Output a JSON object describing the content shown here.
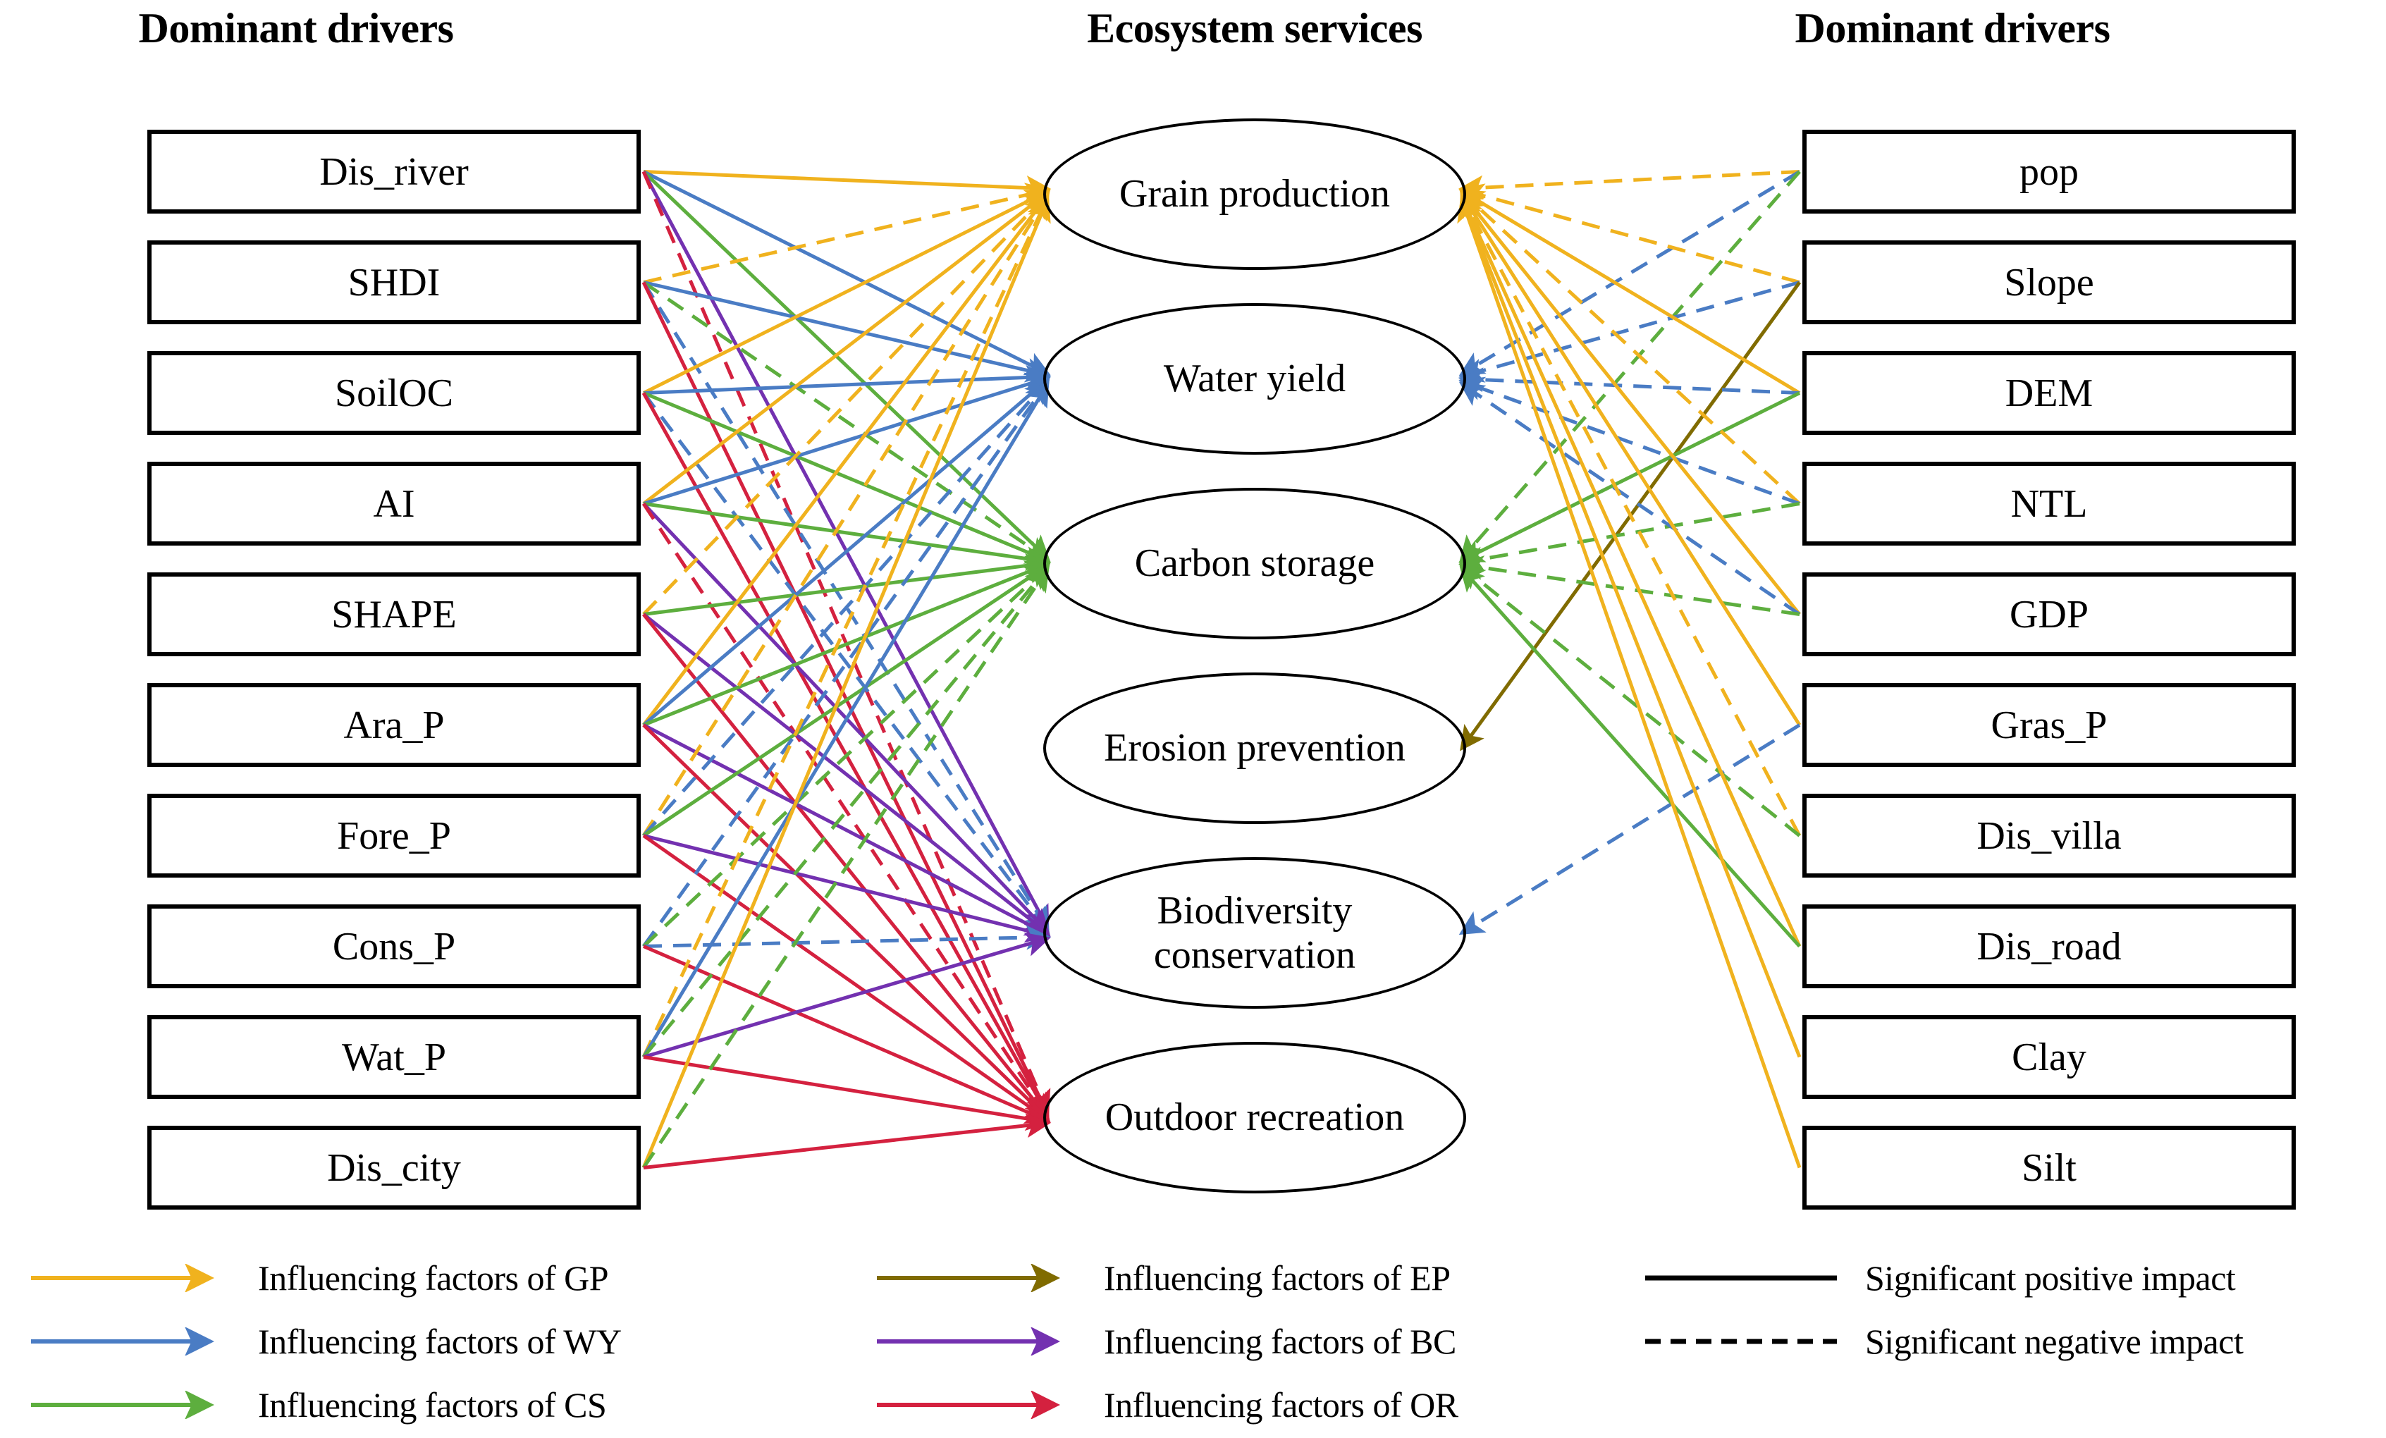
{
  "titles": {
    "left": "Dominant drivers",
    "center": "Ecosystem services",
    "right": "Dominant drivers"
  },
  "left_drivers": [
    {
      "label": "Dis_river"
    },
    {
      "label": "SHDI"
    },
    {
      "label": "SoilOC"
    },
    {
      "label": "AI"
    },
    {
      "label": "SHAPE"
    },
    {
      "label": "Ara_P"
    },
    {
      "label": "Fore_P"
    },
    {
      "label": "Cons_P"
    },
    {
      "label": "Wat_P"
    },
    {
      "label": "Dis_city"
    }
  ],
  "right_drivers": [
    {
      "label": "pop"
    },
    {
      "label": "Slope"
    },
    {
      "label": "DEM"
    },
    {
      "label": "NTL"
    },
    {
      "label": "GDP"
    },
    {
      "label": "Gras_P"
    },
    {
      "label": "Dis_villa"
    },
    {
      "label": "Dis_road"
    },
    {
      "label": "Clay"
    },
    {
      "label": "Silt"
    }
  ],
  "services": [
    {
      "label": "Grain production",
      "abbr": "GP",
      "color": "#F0B21E"
    },
    {
      "label": "Water yield",
      "abbr": "WY",
      "color": "#4A7CC4"
    },
    {
      "label": "Carbon storage",
      "abbr": "CS",
      "color": "#5DAE3E"
    },
    {
      "label": "Erosion prevention",
      "abbr": "EP",
      "color": "#806B00"
    },
    {
      "label": "Biodiversity conservation",
      "abbr": "BC",
      "color": "#7331B0"
    },
    {
      "label": "Outdoor recreation",
      "abbr": "OR",
      "color": "#D4213F"
    }
  ],
  "legend": {
    "series": [
      {
        "label": "Influencing factors of GP",
        "color": "#F0B21E",
        "style": "arrow"
      },
      {
        "label": "Influencing factors of WY",
        "color": "#4A7CC4",
        "style": "arrow"
      },
      {
        "label": "Influencing factors of CS",
        "color": "#5DAE3E",
        "style": "arrow"
      },
      {
        "label": "Influencing factors of EP",
        "color": "#806B00",
        "style": "arrow"
      },
      {
        "label": "Influencing factors of BC",
        "color": "#7331B0",
        "style": "arrow"
      },
      {
        "label": "Influencing factors of OR",
        "color": "#D4213F",
        "style": "arrow"
      }
    ],
    "impacts": [
      {
        "label": "Significant positive impact",
        "color": "#000000",
        "style": "solid"
      },
      {
        "label": "Significant negative impact",
        "color": "#000000",
        "style": "dashed"
      }
    ]
  },
  "chart_data": {
    "type": "diagram",
    "title": "Dominant drivers of ecosystem services",
    "node_groups": {
      "left_drivers": [
        "Dis_river",
        "SHDI",
        "SoilOC",
        "AI",
        "SHAPE",
        "Ara_P",
        "Fore_P",
        "Cons_P",
        "Wat_P",
        "Dis_city"
      ],
      "services": [
        "Grain production",
        "Water yield",
        "Carbon storage",
        "Erosion prevention",
        "Biodiversity conservation",
        "Outdoor recreation"
      ],
      "right_drivers": [
        "pop",
        "Slope",
        "DEM",
        "NTL",
        "GDP",
        "Gras_P",
        "Dis_villa",
        "Dis_road",
        "Clay",
        "Silt"
      ]
    },
    "edges": [
      {
        "side": "left",
        "from": "Dis_river",
        "to": "Grain production",
        "sign": "positive",
        "color": "#F0B21E"
      },
      {
        "side": "left",
        "from": "Dis_river",
        "to": "Water yield",
        "sign": "positive",
        "color": "#4A7CC4"
      },
      {
        "side": "left",
        "from": "Dis_river",
        "to": "Carbon storage",
        "sign": "positive",
        "color": "#5DAE3E"
      },
      {
        "side": "left",
        "from": "Dis_river",
        "to": "Biodiversity conservation",
        "sign": "positive",
        "color": "#7331B0"
      },
      {
        "side": "left",
        "from": "Dis_river",
        "to": "Outdoor recreation",
        "sign": "negative",
        "color": "#D4213F"
      },
      {
        "side": "left",
        "from": "SHDI",
        "to": "Grain production",
        "sign": "negative",
        "color": "#F0B21E"
      },
      {
        "side": "left",
        "from": "SHDI",
        "to": "Water yield",
        "sign": "positive",
        "color": "#4A7CC4"
      },
      {
        "side": "left",
        "from": "SHDI",
        "to": "Carbon storage",
        "sign": "negative",
        "color": "#5DAE3E"
      },
      {
        "side": "left",
        "from": "SHDI",
        "to": "Biodiversity conservation",
        "sign": "negative",
        "color": "#4A7CC4"
      },
      {
        "side": "left",
        "from": "SHDI",
        "to": "Outdoor recreation",
        "sign": "positive",
        "color": "#D4213F"
      },
      {
        "side": "left",
        "from": "SoilOC",
        "to": "Grain production",
        "sign": "positive",
        "color": "#F0B21E"
      },
      {
        "side": "left",
        "from": "SoilOC",
        "to": "Water yield",
        "sign": "positive",
        "color": "#4A7CC4"
      },
      {
        "side": "left",
        "from": "SoilOC",
        "to": "Carbon storage",
        "sign": "positive",
        "color": "#5DAE3E"
      },
      {
        "side": "left",
        "from": "SoilOC",
        "to": "Biodiversity conservation",
        "sign": "negative",
        "color": "#4A7CC4"
      },
      {
        "side": "left",
        "from": "SoilOC",
        "to": "Outdoor recreation",
        "sign": "positive",
        "color": "#D4213F"
      },
      {
        "side": "left",
        "from": "AI",
        "to": "Grain production",
        "sign": "positive",
        "color": "#F0B21E"
      },
      {
        "side": "left",
        "from": "AI",
        "to": "Water yield",
        "sign": "positive",
        "color": "#4A7CC4"
      },
      {
        "side": "left",
        "from": "AI",
        "to": "Carbon storage",
        "sign": "positive",
        "color": "#5DAE3E"
      },
      {
        "side": "left",
        "from": "AI",
        "to": "Biodiversity conservation",
        "sign": "positive",
        "color": "#7331B0"
      },
      {
        "side": "left",
        "from": "AI",
        "to": "Outdoor recreation",
        "sign": "negative",
        "color": "#D4213F"
      },
      {
        "side": "left",
        "from": "SHAPE",
        "to": "Grain production",
        "sign": "negative",
        "color": "#F0B21E"
      },
      {
        "side": "left",
        "from": "SHAPE",
        "to": "Carbon storage",
        "sign": "positive",
        "color": "#5DAE3E"
      },
      {
        "side": "left",
        "from": "SHAPE",
        "to": "Biodiversity conservation",
        "sign": "positive",
        "color": "#7331B0"
      },
      {
        "side": "left",
        "from": "SHAPE",
        "to": "Outdoor recreation",
        "sign": "positive",
        "color": "#D4213F"
      },
      {
        "side": "left",
        "from": "Ara_P",
        "to": "Grain production",
        "sign": "positive",
        "color": "#F0B21E"
      },
      {
        "side": "left",
        "from": "Ara_P",
        "to": "Water yield",
        "sign": "positive",
        "color": "#4A7CC4"
      },
      {
        "side": "left",
        "from": "Ara_P",
        "to": "Carbon storage",
        "sign": "positive",
        "color": "#5DAE3E"
      },
      {
        "side": "left",
        "from": "Ara_P",
        "to": "Biodiversity conservation",
        "sign": "positive",
        "color": "#7331B0"
      },
      {
        "side": "left",
        "from": "Ara_P",
        "to": "Outdoor recreation",
        "sign": "positive",
        "color": "#D4213F"
      },
      {
        "side": "left",
        "from": "Fore_P",
        "to": "Grain production",
        "sign": "negative",
        "color": "#F0B21E"
      },
      {
        "side": "left",
        "from": "Fore_P",
        "to": "Water yield",
        "sign": "negative",
        "color": "#4A7CC4"
      },
      {
        "side": "left",
        "from": "Fore_P",
        "to": "Carbon storage",
        "sign": "positive",
        "color": "#5DAE3E"
      },
      {
        "side": "left",
        "from": "Fore_P",
        "to": "Biodiversity conservation",
        "sign": "positive",
        "color": "#7331B0"
      },
      {
        "side": "left",
        "from": "Fore_P",
        "to": "Outdoor recreation",
        "sign": "positive",
        "color": "#D4213F"
      },
      {
        "side": "left",
        "from": "Cons_P",
        "to": "Water yield",
        "sign": "negative",
        "color": "#4A7CC4"
      },
      {
        "side": "left",
        "from": "Cons_P",
        "to": "Carbon storage",
        "sign": "negative",
        "color": "#5DAE3E"
      },
      {
        "side": "left",
        "from": "Cons_P",
        "to": "Biodiversity conservation",
        "sign": "negative",
        "color": "#4A7CC4"
      },
      {
        "side": "left",
        "from": "Cons_P",
        "to": "Outdoor recreation",
        "sign": "positive",
        "color": "#D4213F"
      },
      {
        "side": "left",
        "from": "Wat_P",
        "to": "Grain production",
        "sign": "negative",
        "color": "#F0B21E"
      },
      {
        "side": "left",
        "from": "Wat_P",
        "to": "Water yield",
        "sign": "positive",
        "color": "#4A7CC4"
      },
      {
        "side": "left",
        "from": "Wat_P",
        "to": "Carbon storage",
        "sign": "negative",
        "color": "#5DAE3E"
      },
      {
        "side": "left",
        "from": "Wat_P",
        "to": "Biodiversity conservation",
        "sign": "positive",
        "color": "#7331B0"
      },
      {
        "side": "left",
        "from": "Wat_P",
        "to": "Outdoor recreation",
        "sign": "positive",
        "color": "#D4213F"
      },
      {
        "side": "left",
        "from": "Dis_city",
        "to": "Grain production",
        "sign": "positive",
        "color": "#F0B21E"
      },
      {
        "side": "left",
        "from": "Dis_city",
        "to": "Carbon storage",
        "sign": "negative",
        "color": "#5DAE3E"
      },
      {
        "side": "left",
        "from": "Dis_city",
        "to": "Outdoor recreation",
        "sign": "positive",
        "color": "#D4213F"
      },
      {
        "side": "right",
        "from": "pop",
        "to": "Grain production",
        "sign": "negative",
        "color": "#F0B21E"
      },
      {
        "side": "right",
        "from": "pop",
        "to": "Water yield",
        "sign": "negative",
        "color": "#4A7CC4"
      },
      {
        "side": "right",
        "from": "pop",
        "to": "Carbon storage",
        "sign": "negative",
        "color": "#5DAE3E"
      },
      {
        "side": "right",
        "from": "Slope",
        "to": "Grain production",
        "sign": "negative",
        "color": "#F0B21E"
      },
      {
        "side": "right",
        "from": "Slope",
        "to": "Water yield",
        "sign": "negative",
        "color": "#4A7CC4"
      },
      {
        "side": "right",
        "from": "Slope",
        "to": "Erosion prevention",
        "sign": "positive",
        "color": "#806B00"
      },
      {
        "side": "right",
        "from": "DEM",
        "to": "Grain production",
        "sign": "positive",
        "color": "#F0B21E"
      },
      {
        "side": "right",
        "from": "DEM",
        "to": "Water yield",
        "sign": "negative",
        "color": "#4A7CC4"
      },
      {
        "side": "right",
        "from": "DEM",
        "to": "Carbon storage",
        "sign": "positive",
        "color": "#5DAE3E"
      },
      {
        "side": "right",
        "from": "NTL",
        "to": "Grain production",
        "sign": "negative",
        "color": "#F0B21E"
      },
      {
        "side": "right",
        "from": "NTL",
        "to": "Water yield",
        "sign": "negative",
        "color": "#4A7CC4"
      },
      {
        "side": "right",
        "from": "NTL",
        "to": "Carbon storage",
        "sign": "negative",
        "color": "#5DAE3E"
      },
      {
        "side": "right",
        "from": "GDP",
        "to": "Grain production",
        "sign": "positive",
        "color": "#F0B21E"
      },
      {
        "side": "right",
        "from": "GDP",
        "to": "Water yield",
        "sign": "negative",
        "color": "#4A7CC4"
      },
      {
        "side": "right",
        "from": "GDP",
        "to": "Carbon storage",
        "sign": "negative",
        "color": "#5DAE3E"
      },
      {
        "side": "right",
        "from": "Gras_P",
        "to": "Grain production",
        "sign": "positive",
        "color": "#F0B21E"
      },
      {
        "side": "right",
        "from": "Gras_P",
        "to": "Biodiversity conservation",
        "sign": "negative",
        "color": "#4A7CC4"
      },
      {
        "side": "right",
        "from": "Dis_villa",
        "to": "Grain production",
        "sign": "negative",
        "color": "#F0B21E"
      },
      {
        "side": "right",
        "from": "Dis_villa",
        "to": "Carbon storage",
        "sign": "negative",
        "color": "#5DAE3E"
      },
      {
        "side": "right",
        "from": "Dis_road",
        "to": "Grain production",
        "sign": "positive",
        "color": "#F0B21E"
      },
      {
        "side": "right",
        "from": "Dis_road",
        "to": "Carbon storage",
        "sign": "positive",
        "color": "#5DAE3E"
      },
      {
        "side": "right",
        "from": "Clay",
        "to": "Grain production",
        "sign": "positive",
        "color": "#F0B21E"
      },
      {
        "side": "right",
        "from": "Silt",
        "to": "Grain production",
        "sign": "positive",
        "color": "#F0B21E"
      }
    ]
  }
}
